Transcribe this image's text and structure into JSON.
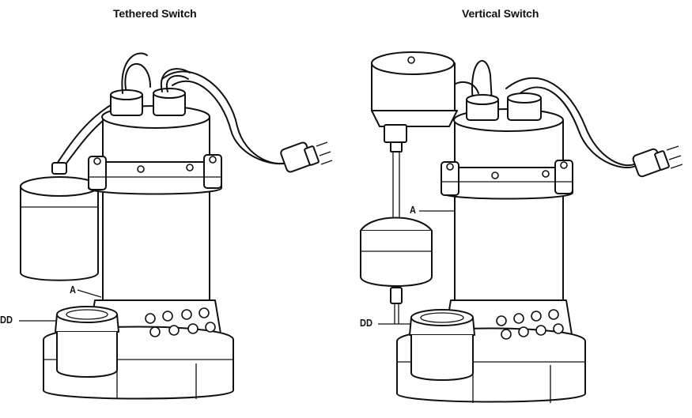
{
  "figure": {
    "left": {
      "title": "Tethered Switch",
      "label_a": "A",
      "label_dd": "DD"
    },
    "right": {
      "title": "Vertical Switch",
      "label_a": "A",
      "label_dd": "DD"
    }
  },
  "colors": {
    "line": "#111111",
    "fill": "#ffffff"
  }
}
